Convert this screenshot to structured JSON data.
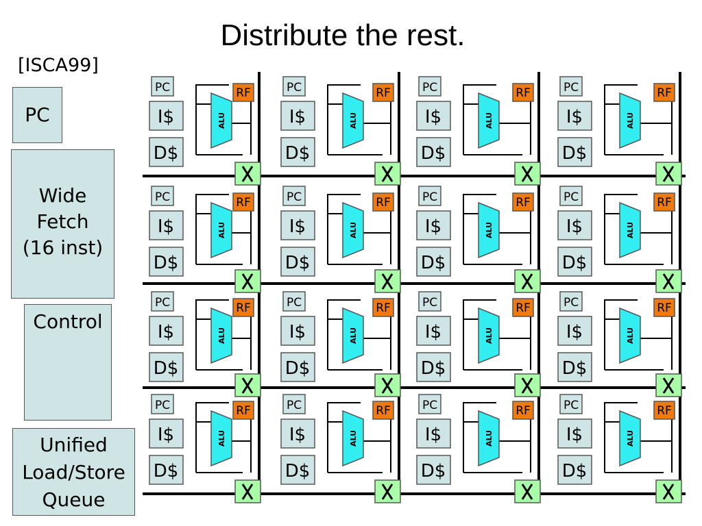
{
  "slide": {
    "title": "Distribute the rest.",
    "citation": "[ISCA99]"
  },
  "left_panels": {
    "pc": "PC",
    "wide_fetch": [
      "Wide",
      "Fetch",
      "(16 inst)"
    ],
    "control": "Control",
    "lsq": [
      "Unified",
      "Load/Store",
      "Queue"
    ]
  },
  "tile": {
    "pc": "PC",
    "icache": "I$",
    "dcache": "D$",
    "rf": "RF",
    "alu": "ALU",
    "switch": "X"
  },
  "grid": {
    "rows": 4,
    "cols": 4
  },
  "colors": {
    "panel_fill": "#cfe5e5",
    "rf_fill": "#f07a10",
    "alu_fill": "#33eef0",
    "switch_fill": "#a8ffa8",
    "wire": "#000000"
  }
}
